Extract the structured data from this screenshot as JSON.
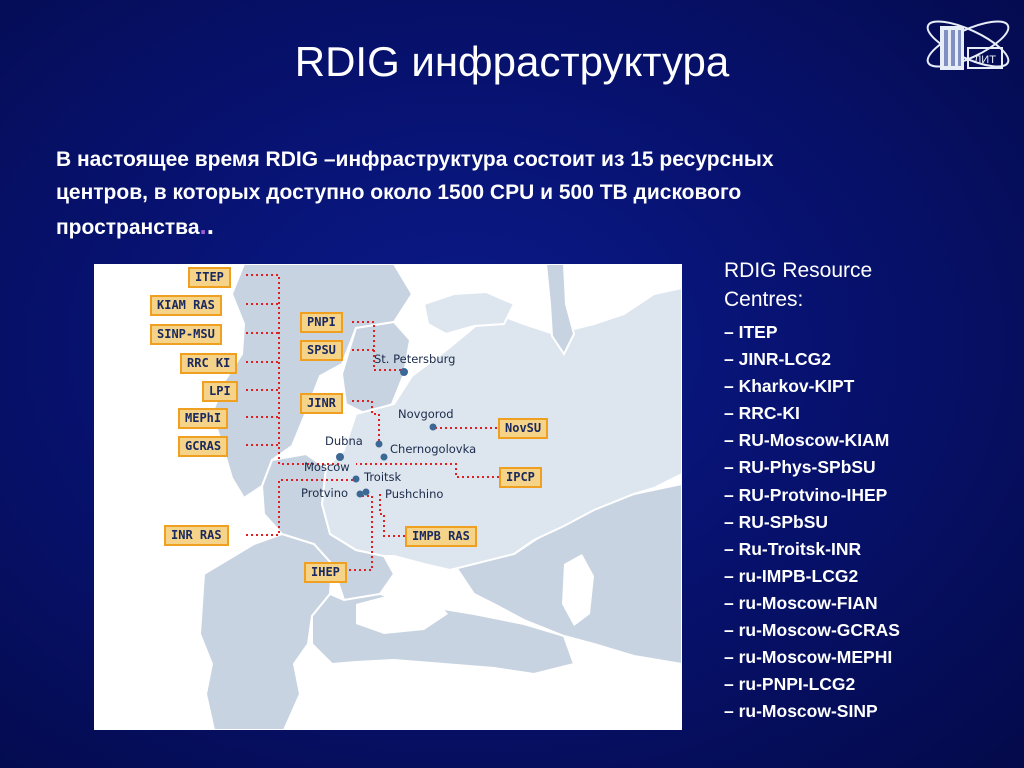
{
  "slide": {
    "title": "RDIG инфраструктура",
    "intro": {
      "line1": "В настоящее время RDIG –инфраструктура состоит из 15 ресурсных",
      "line2": "центров, в которых доступно около 1500 CPU и 500 TB дискового",
      "line3": "пространства"
    },
    "logo_text": "ЛИТ"
  },
  "map": {
    "tags": {
      "itep": "ITEP",
      "kiam": "KIAM RAS",
      "sinp": "SINP-MSU",
      "rrcki": "RRC KI",
      "lpi": "LPI",
      "mephi": "MEPhI",
      "gcras": "GCRAS",
      "inr": "INR RAS",
      "ihep": "IHEP",
      "pnpi": "PNPI",
      "spsu": "SPSU",
      "jinr": "JINR",
      "novsu": "NovSU",
      "ipcp": "IPCP",
      "impb": "IMPB RAS"
    },
    "cities": {
      "stpetersburg": "St. Petersburg",
      "novgorod": "Novgorod",
      "dubna": "Dubna",
      "chernogolovka": "Chernogolovka",
      "moscow": "Moscow",
      "troitsk": "Troitsk",
      "protvino": "Protvino",
      "pushchino": "Pushchino"
    },
    "colors": {
      "land": "#c7d3e0",
      "russia": "#dde6ef",
      "tag_fill": "#f5d48a",
      "tag_border": "#f0a020",
      "leader": "#e02020",
      "city_dot": "#3c6896"
    }
  },
  "resource_centres": {
    "heading_line1": "RDIG Resource",
    "heading_line2": "Centres:",
    "items": [
      "– ITEP",
      "– JINR-LCG2",
      "– Kharkov-KIPT",
      "– RRC-KI",
      "– RU-Moscow-KIAM",
      "– RU-Phys-SPbSU",
      "– RU-Protvino-IHEP",
      "– RU-SPbSU",
      "– Ru-Troitsk-INR",
      "– ru-IMPB-LCG2",
      "– ru-Moscow-FIAN",
      "– ru-Moscow-GCRAS",
      "– ru-Moscow-MEPHI",
      "– ru-PNPI-LCG2",
      "– ru-Moscow-SINP"
    ]
  }
}
